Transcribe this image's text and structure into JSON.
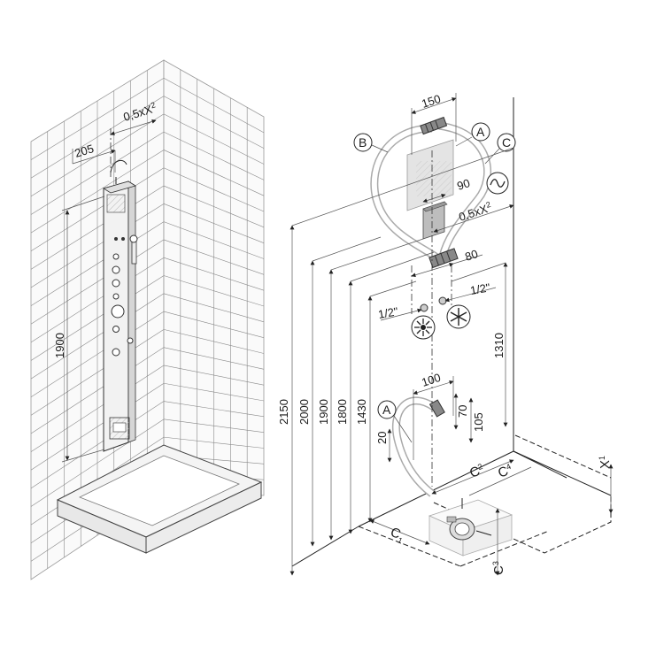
{
  "left_view": {
    "dims": {
      "width_offset": "205",
      "spacing": "0,5xX",
      "spacing_sup": "2",
      "height": "1900"
    }
  },
  "right_view": {
    "labels": {
      "a_top": "A",
      "b": "B",
      "c": "C",
      "a_bottom": "A",
      "c1": "C",
      "c1_sub": "1",
      "c2": "C",
      "c2_sup": "2",
      "c3": "C",
      "c3_sup": "3",
      "c4": "C",
      "c4_sup": "4",
      "x1": "X",
      "x1_sup": "1"
    },
    "dims": {
      "top_width": "150",
      "box_width": "90",
      "spacing": "0,5xX",
      "spacing_sup": "2",
      "hot_cold_width": "80",
      "thread_left": "1/2\"",
      "thread_right": "1/2\"",
      "lower_width": "100",
      "d_70": "70",
      "d_105": "105",
      "d_20": "20",
      "h_2150": "2150",
      "h_2000": "2000",
      "h_1900": "1900",
      "h_1800": "1800",
      "h_1430": "1430",
      "h_1310": "1310"
    },
    "icons": {
      "power": "ac-power-icon",
      "hot": "sun-icon",
      "cold": "snowflake-icon"
    }
  }
}
